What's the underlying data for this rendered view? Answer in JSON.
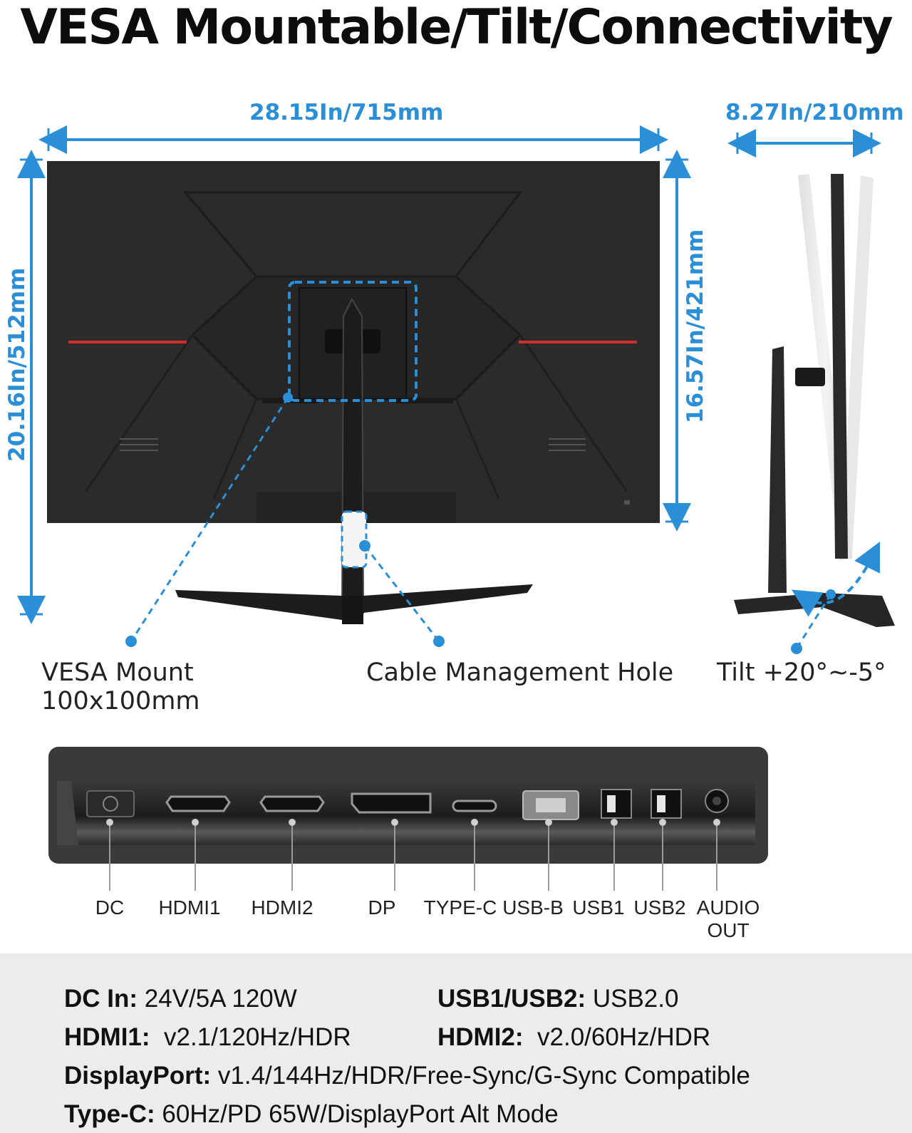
{
  "title": "VESA Mountable/Tilt/Connectivity",
  "dimensions": {
    "width": "28.15In/715mm",
    "depth": "8.27In/210mm",
    "total_height": "20.16In/512mm",
    "panel_height": "16.57In/421mm"
  },
  "callouts": {
    "vesa_line1": "VESA Mount",
    "vesa_line2": "100x100mm",
    "cable": "Cable Management Hole",
    "tilt": "Tilt +20°~-5°"
  },
  "ports": [
    {
      "label": "DC"
    },
    {
      "label": "HDMI1"
    },
    {
      "label": "HDMI2"
    },
    {
      "label": "DP"
    },
    {
      "label": "TYPE-C"
    },
    {
      "label": "USB-B"
    },
    {
      "label": "USB1"
    },
    {
      "label": "USB2"
    },
    {
      "label": "AUDIO\nOUT"
    }
  ],
  "specs": [
    {
      "key": "DC In:",
      "value": " 24V/5A 120W"
    },
    {
      "key": "USB1/USB2:",
      "value": " USB2.0"
    },
    {
      "key": "HDMI1:",
      "value": "  v2.1/120Hz/HDR"
    },
    {
      "key": "HDMI2:",
      "value": "  v2.0/60Hz/HDR"
    },
    {
      "key": "DisplayPort:",
      "value": " v1.4/144Hz/HDR/Free-Sync/G-Sync Compatible"
    },
    {
      "key": "Type-C:",
      "value": " 60Hz/PD 65W/DisplayPort Alt Mode"
    }
  ],
  "colors": {
    "accent_blue": "#2a8fd6",
    "red_stripe": "#d62b2b",
    "monitor_body": "#2b2b2b"
  }
}
